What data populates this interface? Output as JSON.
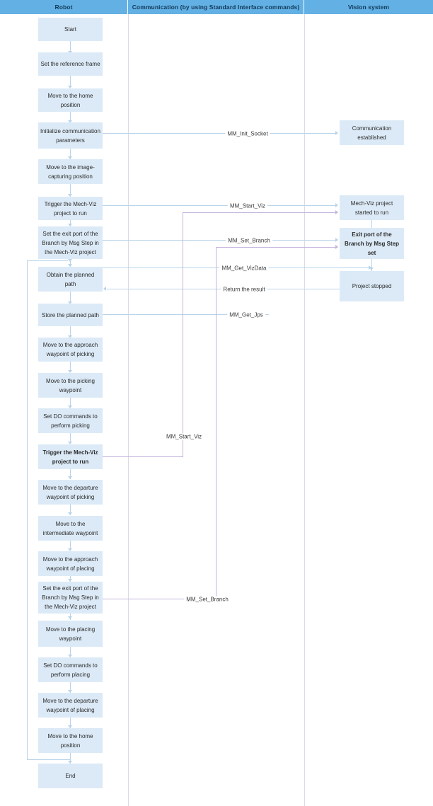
{
  "lanes": [
    {
      "id": "robot",
      "title": "Robot"
    },
    {
      "id": "communication",
      "title": "Communication (by using Standard Interface commands)"
    },
    {
      "id": "vision",
      "title": "Vision system"
    }
  ],
  "robot_nodes": [
    {
      "label": "Start",
      "bold": false
    },
    {
      "label": "Set the reference frame",
      "bold": false
    },
    {
      "label": "Move to the home position",
      "bold": false
    },
    {
      "label": "Initialize communication parameters",
      "bold": false
    },
    {
      "label": "Move to the image-capturing position",
      "bold": false
    },
    {
      "label": "Trigger the Mech-Viz project to run",
      "bold": false
    },
    {
      "label": "Set the exit port of the Branch by Msg Step in the Mech-Viz project",
      "bold": false
    },
    {
      "label": "Obtain the planned path",
      "bold": false
    },
    {
      "label": "Store the planned path",
      "bold": false
    },
    {
      "label": "Move to the approach waypoint of picking",
      "bold": false
    },
    {
      "label": "Move to the picking waypoint",
      "bold": false
    },
    {
      "label": "Set DO commands to perform picking",
      "bold": false
    },
    {
      "label": "Trigger the Mech-Viz project to run",
      "bold": true
    },
    {
      "label": "Move to the departure waypoint of picking",
      "bold": false
    },
    {
      "label": "Move to the intermediate waypoint",
      "bold": false
    },
    {
      "label": "Move to the approach waypoint of placing",
      "bold": false
    },
    {
      "label": "Set the exit port of the Branch by Msg Step in the Mech-Viz project",
      "bold": false
    },
    {
      "label": "Move to the placing waypoint",
      "bold": false
    },
    {
      "label": "Set DO commands to perform placing",
      "bold": false
    },
    {
      "label": "Move to the departure waypoint of placing",
      "bold": false
    },
    {
      "label": "Move to the home position",
      "bold": false
    },
    {
      "label": "End",
      "bold": false
    }
  ],
  "vision_nodes": [
    {
      "label": "Communication established",
      "bold": false
    },
    {
      "label": "Mech-Viz project started to run",
      "bold": false
    },
    {
      "label": "Exit port of the Branch by Msg Step set",
      "bold": true
    },
    {
      "label": "Project stopped",
      "bold": false
    }
  ],
  "edge_labels": [
    {
      "text": "MM_Init_Socket"
    },
    {
      "text": "MM_Start_Viz"
    },
    {
      "text": "MM_Set_Branch"
    },
    {
      "text": "MM_Get_VizData"
    },
    {
      "text": "Return the result"
    },
    {
      "text": "MM_Get_Jps"
    },
    {
      "text": "MM_Start_Viz"
    },
    {
      "text": "MM_Set_Branch"
    }
  ],
  "colors": {
    "lane_header_bg": "#62b0e4",
    "lane_header_text": "#123a5a",
    "node_bg": "#dceaf7",
    "node_text": "#2a2a2a",
    "connector_blue": "#b9d4ea",
    "connector_purple": "#c3b4dd",
    "divider": "#d9dde3"
  }
}
